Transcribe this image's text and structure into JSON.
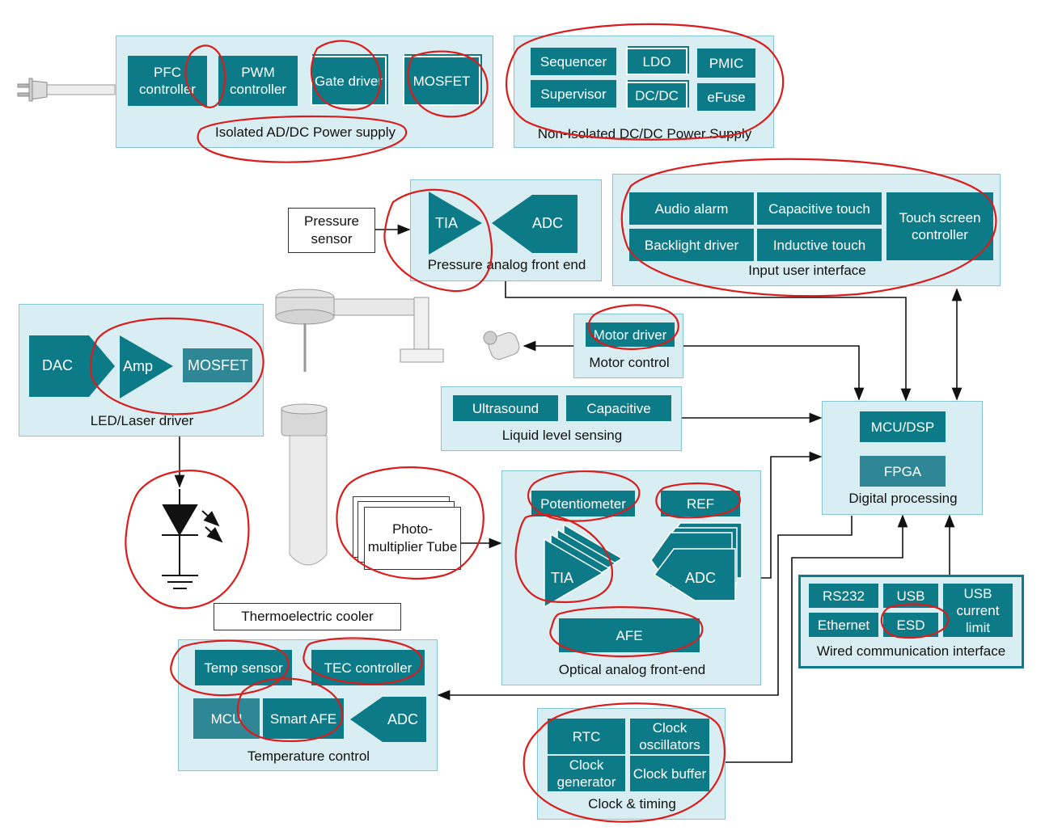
{
  "colors": {
    "panel_bg": "#d9eef3",
    "block": "#0d7a87",
    "block_light": "#2f8796",
    "annotation": "#d91c1c"
  },
  "isolated": {
    "caption": "Isolated AD/DC Power supply",
    "pfc": "PFC controller",
    "pwm": "PWM controller",
    "gate": "Gate driver",
    "mosfet": "MOSFET"
  },
  "nonisolated": {
    "caption": "Non-Isolated DC/DC Power Supply",
    "sequencer": "Sequencer",
    "ldo": "LDO",
    "pmic": "PMIC",
    "supervisor": "Supervisor",
    "dcdc": "DC/DC",
    "efuse": "eFuse"
  },
  "pressure": {
    "sensor": "Pressure sensor",
    "tia": "TIA",
    "adc": "ADC",
    "caption": "Pressure analog front end"
  },
  "input_ui": {
    "caption": "Input user interface",
    "audio": "Audio alarm",
    "cap_touch": "Capacitive touch",
    "touch_screen": "Touch screen controller",
    "backlight": "Backlight driver",
    "inductive": "Inductive touch"
  },
  "led": {
    "dac": "DAC",
    "amp": "Amp",
    "mosfet": "MOSFET",
    "caption": "LED/Laser driver"
  },
  "motor": {
    "driver": "Motor driver",
    "caption": "Motor control"
  },
  "liquid": {
    "ultrasound": "Ultrasound",
    "capacitive": "Capacitive",
    "caption": "Liquid level sensing"
  },
  "digital": {
    "mcu": "MCU/DSP",
    "fpga": "FPGA",
    "caption": "Digital processing"
  },
  "pmt": {
    "label": "Photo- multiplier Tube"
  },
  "optical": {
    "potentiometer": "Potentiometer",
    "ref": "REF",
    "tia": "TIA",
    "adc": "ADC",
    "afe": "AFE",
    "caption": "Optical analog front-end"
  },
  "wired": {
    "rs232": "RS232",
    "usb": "USB",
    "usb_limit": "USB current limit",
    "ethernet": "Ethernet",
    "esd": "ESD",
    "caption": "Wired communication interface"
  },
  "tec": {
    "label": "Thermoelectric cooler"
  },
  "temp": {
    "temp_sensor": "Temp sensor",
    "tec_controller": "TEC controller",
    "mcu": "MCU",
    "smart_afe": "Smart AFE",
    "adc": "ADC",
    "caption": "Temperature control"
  },
  "clock": {
    "rtc": "RTC",
    "oscillators": "Clock oscillators",
    "generator": "Clock generator",
    "buffer": "Clock buffer",
    "caption": "Clock & timing"
  }
}
